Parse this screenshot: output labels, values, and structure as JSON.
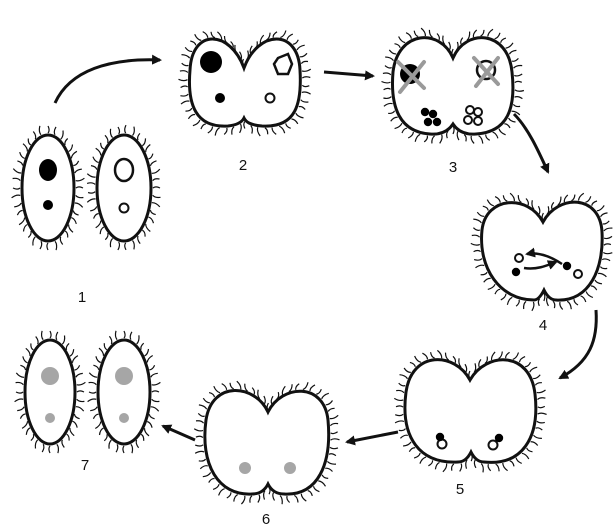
{
  "stages": [
    {
      "label": "1"
    },
    {
      "label": "2"
    },
    {
      "label": "3"
    },
    {
      "label": "4"
    },
    {
      "label": "5"
    },
    {
      "label": "6"
    },
    {
      "label": "7"
    }
  ],
  "colors": {
    "outline": "#111111",
    "nucleus_dark": "#000000",
    "nucleus_grey": "#a6a6a6",
    "cross_grey": "#9a9a9a",
    "background": "#ffffff"
  }
}
